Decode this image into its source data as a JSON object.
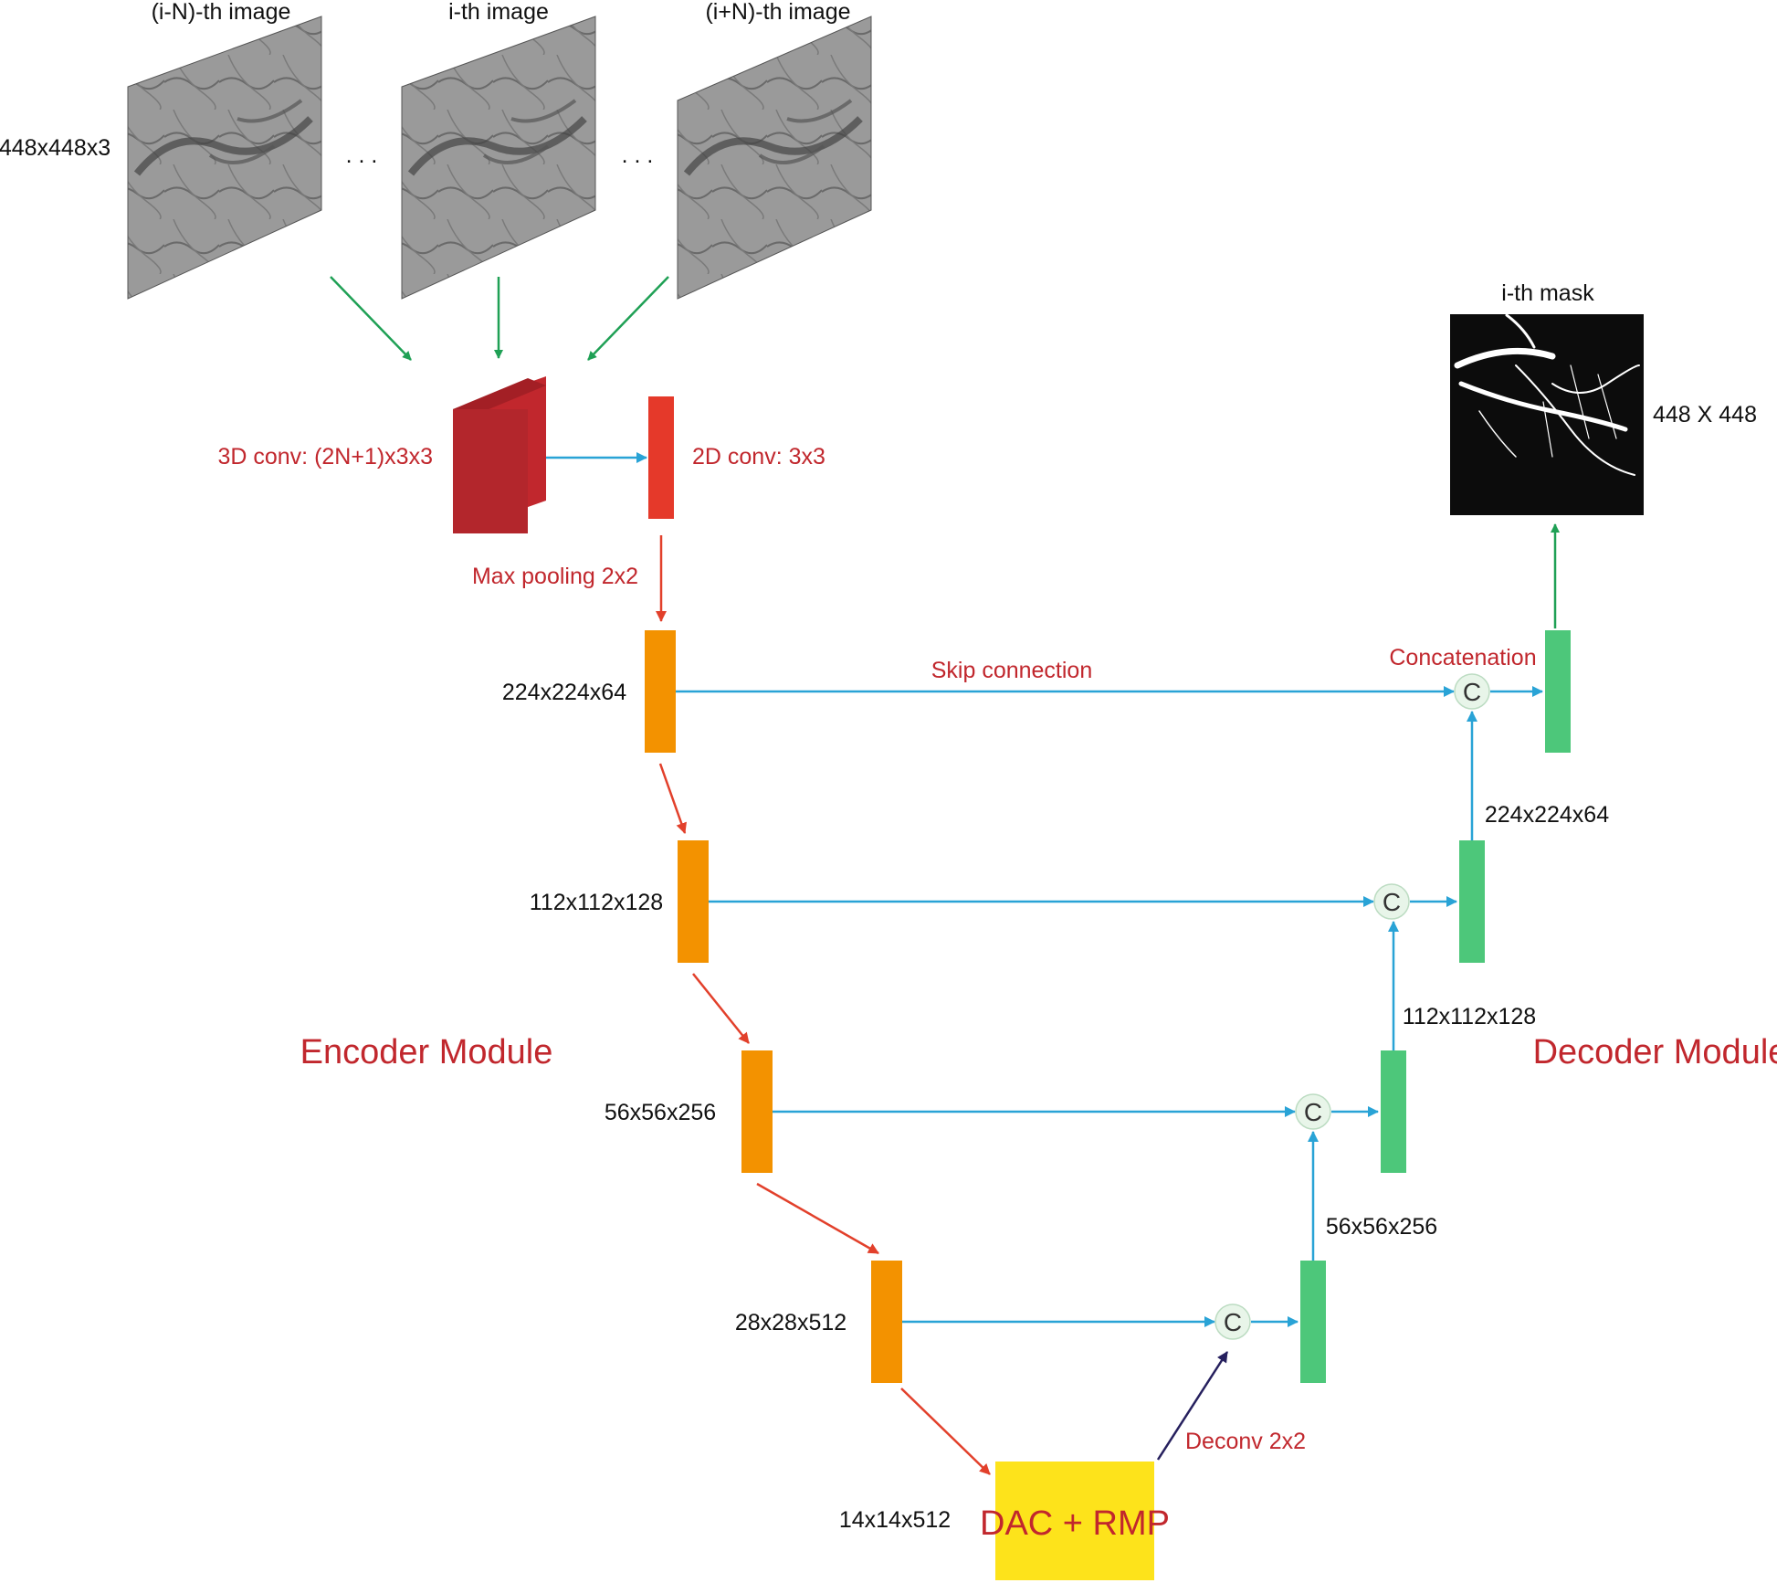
{
  "inputs": {
    "size_label": "448x448x3",
    "frames": [
      {
        "label": "(i-N)-th image"
      },
      {
        "label": "i-th image"
      },
      {
        "label": "(i+N)-th image"
      }
    ],
    "ellipsis": ". . ."
  },
  "first_layers": {
    "conv3d_label": "3D conv: (2N+1)x3x3",
    "conv2d_label": "2D conv: 3x3",
    "pool_label": "Max pooling 2x2"
  },
  "encoder": {
    "title": "Encoder Module",
    "blocks": [
      {
        "dims": "224x224x64"
      },
      {
        "dims": "112x112x128"
      },
      {
        "dims": "56x56x256"
      },
      {
        "dims": "28x28x512"
      }
    ]
  },
  "bottleneck": {
    "label": "DAC + RMP",
    "dims": "14x14x512",
    "deconv_label": "Deconv 2x2",
    "color": "#fde31b"
  },
  "decoder": {
    "title": "Decoder Module",
    "blocks": [
      {
        "dims": ""
      },
      {
        "dims": "224x224x64"
      },
      {
        "dims": "112x112x128"
      },
      {
        "dims": "56x56x256"
      }
    ]
  },
  "skip": {
    "label": "Skip connection",
    "concat_label": "Concatenation",
    "concat_symbol": "C"
  },
  "output": {
    "title": "i-th mask",
    "size_label": "448 X 448"
  },
  "colors": {
    "encoder_block": "#f39200",
    "decoder_block": "#4dc77a",
    "conv3d": "#c1272d",
    "conv2d": "#e5392a",
    "arrow_green": "#1fa055",
    "arrow_blue": "#29a3d6",
    "arrow_red": "#e2402b",
    "arrow_navy": "#26205e",
    "concat_fill": "#e8f5e9"
  }
}
